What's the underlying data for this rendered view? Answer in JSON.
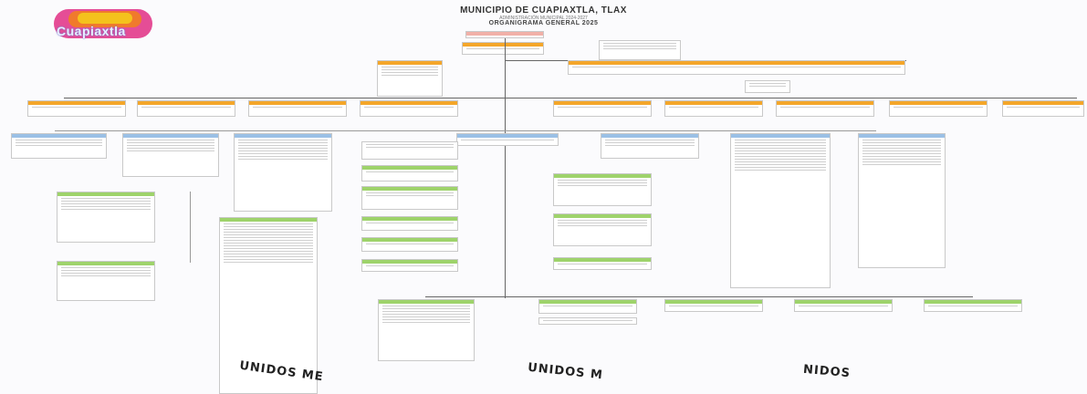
{
  "header": {
    "logo_text": "Cuapiaxtla",
    "title": "MUNICIPIO DE CUAPIAXTLA, TLAX",
    "subtitle": "ADMINISTRACIÓN MUNICIPAL 2024-2027",
    "chart_title": "ORGANIGRAMA GENERAL 2025"
  },
  "stamp_fragments": [
    "UNIDOS ME",
    "UNIDOS M",
    "NIDOS"
  ],
  "colors": {
    "orange": "#f4a62a",
    "blue": "#9bc0e6",
    "green": "#9ed36b",
    "pink": "#f1b0a8"
  }
}
